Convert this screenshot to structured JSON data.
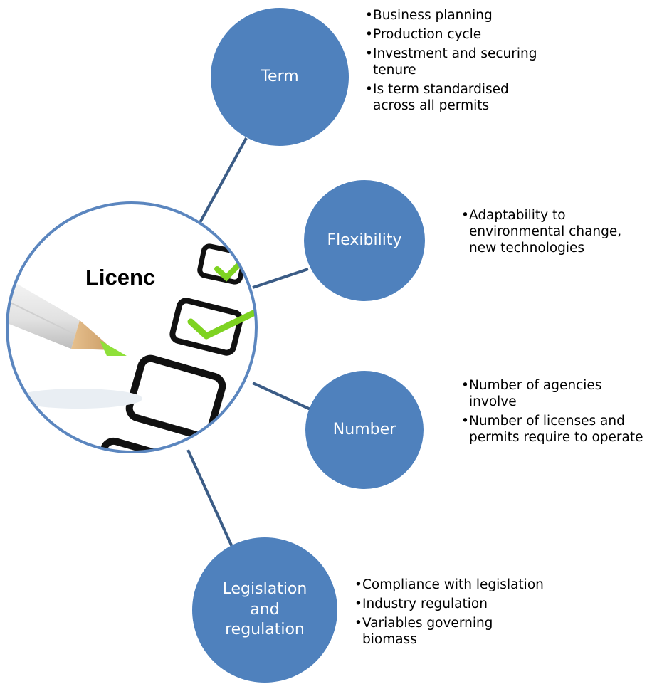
{
  "hub": {
    "title": "Licenc"
  },
  "colors": {
    "node_fill": "#4f81bd",
    "connector": "#3b5c86",
    "hub_border": "#5b86bf"
  },
  "nodes": [
    {
      "label": "Term",
      "bullets": [
        "Business planning",
        "Production cycle",
        "Investment and securing tenure",
        "Is term standardised across all permits"
      ]
    },
    {
      "label": "Flexibility",
      "bullets": [
        "Adaptability to environmental change, new technologies"
      ]
    },
    {
      "label": "Number",
      "bullets": [
        "Number of agencies involve",
        "Number of licenses and permits require to operate"
      ]
    },
    {
      "label": "Legislation and regulation",
      "bullets": [
        "Compliance with legislation",
        "Industry regulation",
        "Variables governing biomass"
      ]
    }
  ]
}
